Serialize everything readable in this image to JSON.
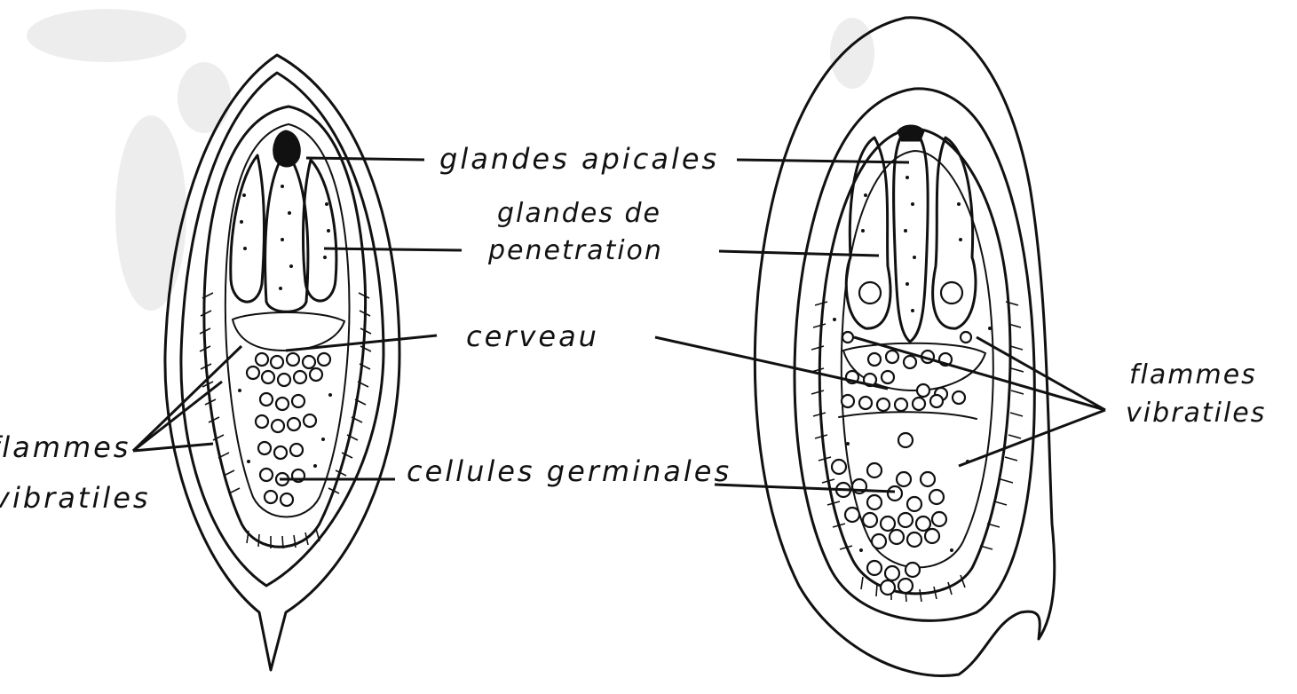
{
  "labels": {
    "glandes_apicales": "glandes apicales",
    "glandes_de_line1": "glandes de",
    "glandes_de_line2": "penetration",
    "cerveau": "cerveau",
    "cellules_germinales": "cellules germinales",
    "flammes_left_line1": "flammes",
    "flammes_left_line2": "vibratiles",
    "flammes_right_line1": "flammes",
    "flammes_right_line2": "vibratiles"
  },
  "colors": {
    "ink": "#111111",
    "paper": "#ffffff"
  }
}
